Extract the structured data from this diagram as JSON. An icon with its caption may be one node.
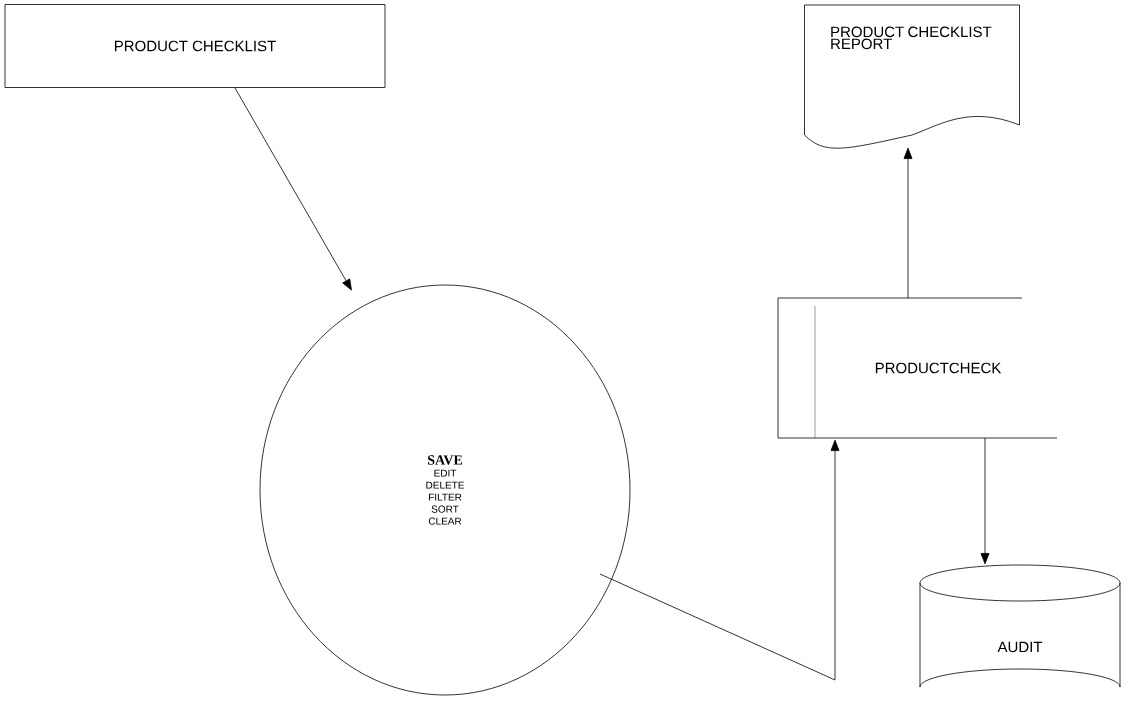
{
  "diagram": {
    "nodes": [
      {
        "text": [
          "PRODUCT CHECKLIST"
        ]
      },
      {
        "text": [
          "SAVE",
          "EDIT",
          "DELETE",
          "FILTER",
          "SORT",
          "CLEAR"
        ]
      },
      {
        "text": [
          "PRODUCT CHECKLIST REPORT"
        ]
      },
      {
        "text": [
          "PRODUCTCHECK"
        ]
      },
      {
        "text": [
          "AUDIT"
        ]
      }
    ],
    "edges": [
      {
        "from": 0,
        "to": 1,
        "arrow": "to"
      },
      {
        "from": 3,
        "to": 2,
        "arrow": "to"
      },
      {
        "from": 3,
        "to": 4,
        "arrow": "to"
      },
      {
        "from": 1,
        "to": 3,
        "arrow": "to"
      }
    ]
  }
}
